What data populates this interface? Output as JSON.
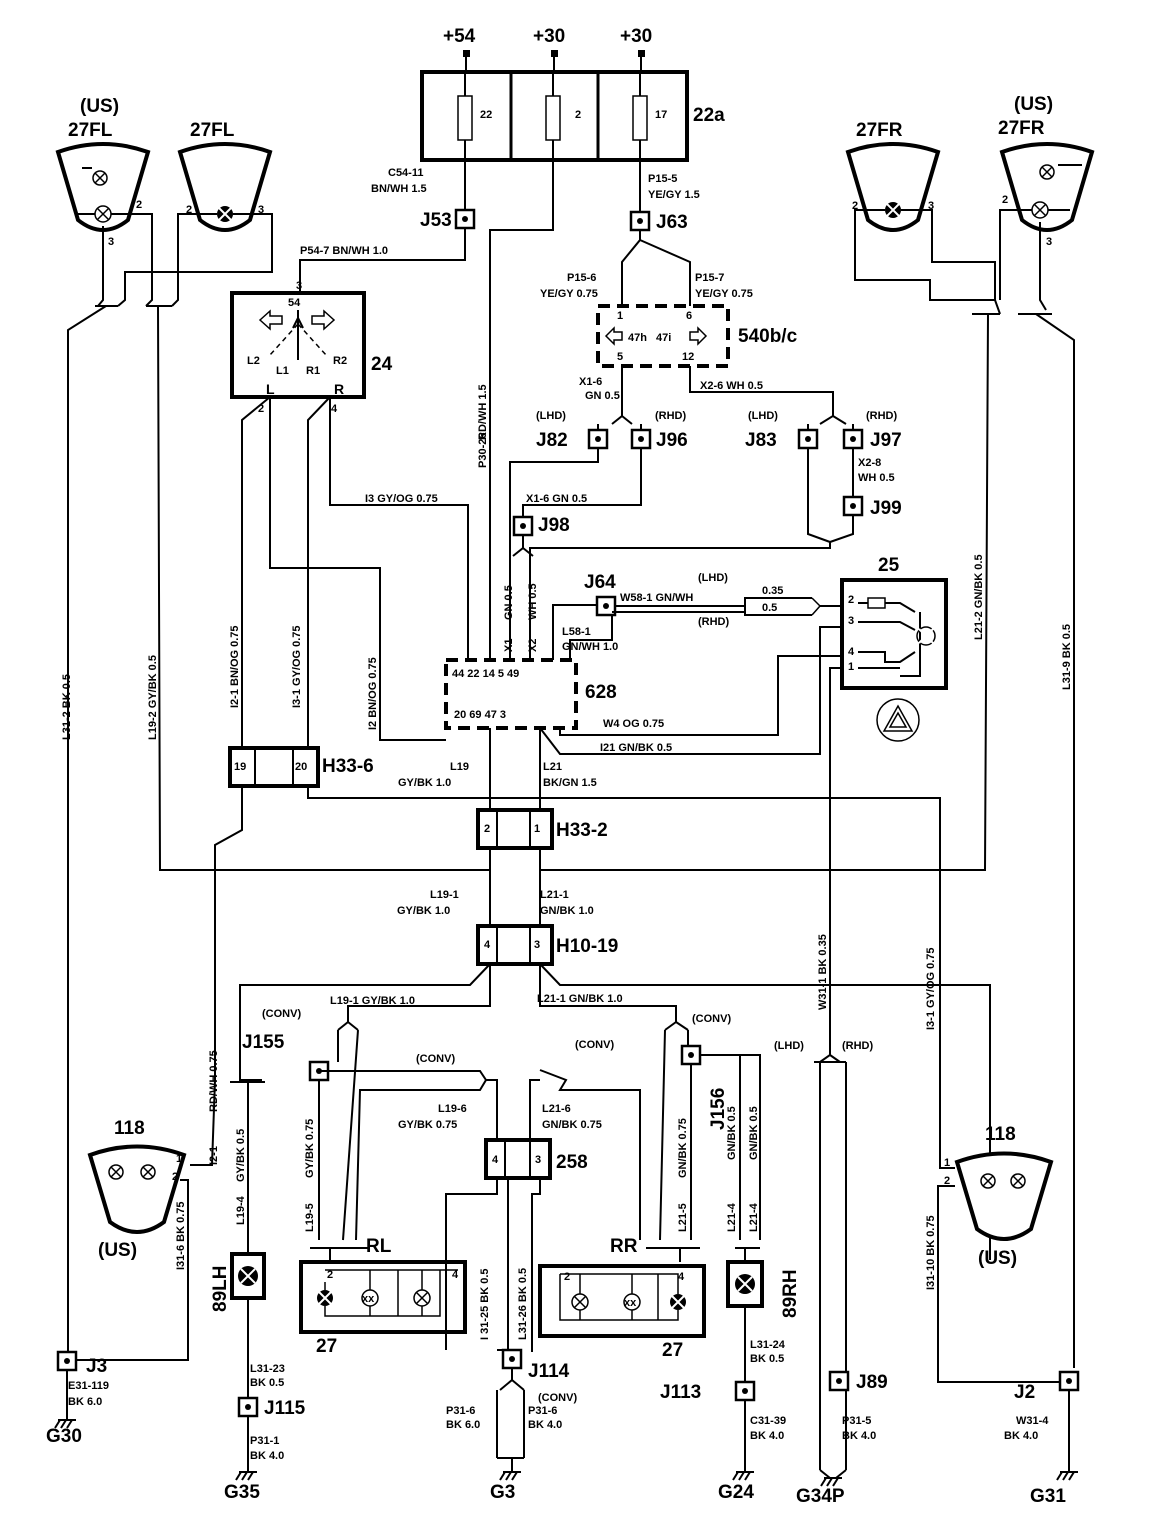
{
  "supply": {
    "s54": "+54",
    "s30a": "+30",
    "s30b": "+30"
  },
  "fusebox": {
    "id": "22a",
    "f1": "22",
    "f2": "2",
    "f3": "17"
  },
  "lamps": {
    "fl_us_tag": "(US)",
    "fl_us": "27FL",
    "fl": "27FL",
    "fr": "27FR",
    "fr_us_tag": "(US)",
    "fr_us": "27FR",
    "pin2": "2",
    "pin3": "3",
    "rl": "RL",
    "rr": "RR",
    "rl_num": "27",
    "rr_num": "27",
    "l89lh": "89LH",
    "l89rh": "89RH",
    "u118l": "118",
    "u118r": "118",
    "us": "(US)",
    "p1": "1",
    "p4": "4"
  },
  "relay24": {
    "id": "24",
    "p3": "3",
    "p54": "54",
    "l2": "L2",
    "r2": "R2",
    "l1": "L1",
    "r1": "R1",
    "l": "L",
    "r": "R",
    "p2": "2",
    "p4": "4"
  },
  "sw540": {
    "id": "540b/c",
    "p1": "1",
    "p6": "6",
    "p5": "5",
    "p12": "12",
    "c47h": "47h",
    "c47i": "47i"
  },
  "u628": {
    "id": "628",
    "top": "44  22  14  5  49",
    "bot": "20  69     47  3",
    "x1": "X1",
    "x2": "X2"
  },
  "sw25": {
    "id": "25",
    "p2": "2",
    "p3": "3",
    "p4": "4",
    "p1": "1"
  },
  "conns": {
    "h336": "H33-6",
    "h336a": "19",
    "h336b": "20",
    "h332": "H33-2",
    "h332a": "2",
    "h332b": "1",
    "h1019": "H10-19",
    "h1019a": "4",
    "h1019b": "3",
    "c258": "258",
    "c258a": "4",
    "c258b": "3"
  },
  "joints": {
    "j53": "J53",
    "j63": "J63",
    "j82": "J82",
    "j96": "J96",
    "j83": "J83",
    "j97": "J97",
    "j98": "J98",
    "j99": "J99",
    "j64": "J64",
    "j155": "J155",
    "j156": "J156",
    "j3": "J3",
    "j115": "J115",
    "j114": "J114",
    "j113": "J113",
    "j89": "J89",
    "j2": "J2"
  },
  "grounds": {
    "g30": "G30",
    "g35": "G35",
    "g3": "G3",
    "g24": "G24",
    "g34p": "G34P",
    "g31": "G31"
  },
  "wires": {
    "c5411": "C54-11",
    "c5411b": "BN/WH 1.5",
    "p155": "P15-5",
    "p155b": "YE/GY  1.5",
    "p547": "P54-7   BN/WH 1.0",
    "p156": "P15-6",
    "p156b": "YE/GY  0.75",
    "p157": "P15-7",
    "p157b": "YE/GY  0.75",
    "x16a": "X1-6",
    "x16ab": "GN 0.5",
    "x26": "X2-6   WH 0.5",
    "lhd": "(LHD)",
    "rhd": "(RHD)",
    "x28": "X2-8",
    "x28b": "WH 0.5",
    "x16b": "X1-6     GN 0.5",
    "rdwh15": "RD/WH 1.5",
    "p3026": "P30-26",
    "i3": "I3   GY/OG 0.75",
    "gn05": "GN 0.5",
    "wh05": "WH 0.5",
    "w581": "W58-1     GN/WH",
    "l581": "L58-1",
    "l581b": "GN/WH 1.0",
    "v035": "0.35",
    "v05": "0.5",
    "w4": "W4  OG 0.75",
    "i21": "I21     GN/BK  0.5",
    "l19": "L19",
    "l19b": "GY/BK  1.0",
    "l21": "L21",
    "l21b": "BK/GN 1.5",
    "l312": "L31-2   BK  0.5",
    "l192": "L19-2    GY/BK  0.5",
    "i21v": "I2-1     BN/OG 0.75",
    "i31v": "I3-1     GY/OG 0.75",
    "i2v": "I2     BN/OG 0.75",
    "l212": "L21-2     GN/BK  0.5",
    "l319": "L31-9     BK  0.5",
    "l191": "L19-1",
    "l191b": "GY/BK 1.0",
    "l211": "L21-1",
    "l211b": "GN/BK 1.0",
    "l191h": "L19-1     GY/BK  1.0",
    "l211h": "L21-1      GN/BK  1.0",
    "conv": "(CONV)",
    "l196": "L19-6",
    "l196b": "GY/BK 0.75",
    "l216": "L21-6",
    "l216b": "GN/BK 0.75",
    "rdwh075": "RD/WH 0.75",
    "i21s": "I2-1",
    "gybk05": "GY/BK  0.5",
    "l194": "L19-4",
    "gybk075": "GY/BK 0.75",
    "l195": "L19-5",
    "gnbk075": "GN/BK 0.75",
    "l215": "L21-5",
    "gnbk05a": "GN/BK 0.5",
    "l214a": "L21-4",
    "gnbk05b": "GN/BK 0.5",
    "l214b": "L21-4",
    "w311": "W31-1     BK  0.35",
    "i31gy": "I3-1      GY/OG  0.75",
    "i316": "I31-6    BK  0.75",
    "i3110": "I31-10    BK  0.75",
    "e31119": "E31-119",
    "e31119b": "BK 6.0",
    "l3123": "L31-23",
    "l3123b": "BK  0.5",
    "p311": "P31-1",
    "p311b": "BK  4.0",
    "i3125": "I 31-25    BK 0.5",
    "l3126": "L31-26    BK 0.5",
    "p316a": "P31-6",
    "p316ab": "BK  6.0",
    "p316b": "P31-6",
    "p316bb": "BK  4.0",
    "l3124": "L31-24",
    "l3124b": "BK  0.5",
    "c3139": "C31-39",
    "c3139b": "BK  4.0",
    "p315": "P31-5",
    "p315b": "BK  4.0",
    "w314": "W31-4",
    "w314b": "BK  4.0"
  }
}
